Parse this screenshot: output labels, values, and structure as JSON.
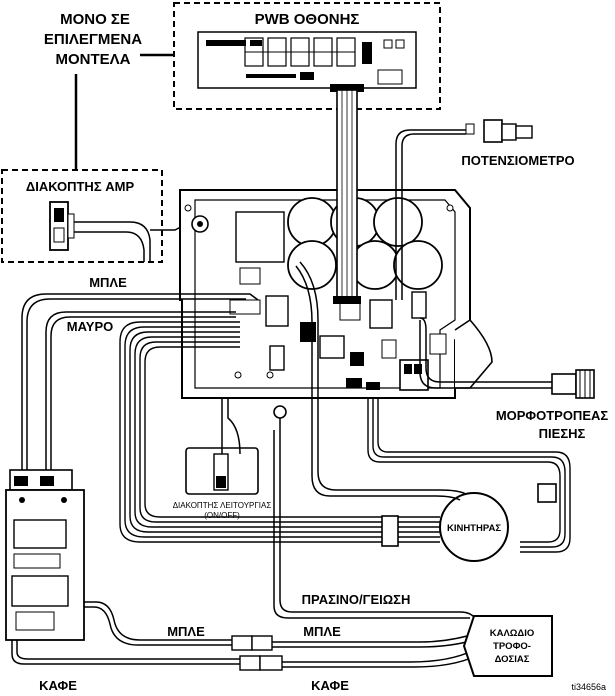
{
  "labels": {
    "only_selected_line1": "ΜΟΝΟ ΣΕ",
    "only_selected_line2": "ΕΠΙΛΕΓΜΕΝΑ",
    "only_selected_line3": "ΜΟΝΤΕΛΑ",
    "display_pwb": "PWB ΟΘΟΝΗΣ",
    "amp_switch": "ΔΙΑΚΟΠΤΗΣ AMP",
    "potentiometer": "ΠΟΤΕΝΣΙΟΜΕΤΡΟ",
    "blue_top": "ΜΠΛΕ",
    "black_top": "ΜΑΥΡΟ",
    "pressure_transducer_line1": "ΜΟΡΦΟΤΡΟΠΕΑΣ",
    "pressure_transducer_line2": "ΠΙΕΣΗΣ",
    "onoff_switch_line1": "ΔΙΑΚΟΠΤΗΣ ΛΕΙΤΟΥΡΓΙΑΣ",
    "onoff_switch_line2": "(ON/OFF)",
    "motor": "ΚΙΝΗΤΗΡΑΣ",
    "green_ground": "ΠΡΑΣΙΝΟ/ΓΕΙΩΣΗ",
    "blue_bottom_left": "ΜΠΛΕ",
    "blue_bottom_right": "ΜΠΛΕ",
    "power_cord_line1": "ΚΑΛΩΔΙΟ",
    "power_cord_line2": "ΤΡΟΦΟ-",
    "power_cord_line3": "ΔΟΣΙΑΣ",
    "brown_bottom_left": "ΚΑΦΕ",
    "brown_bottom_right": "ΚΑΦΕ",
    "figure_id": "ti34656a"
  }
}
